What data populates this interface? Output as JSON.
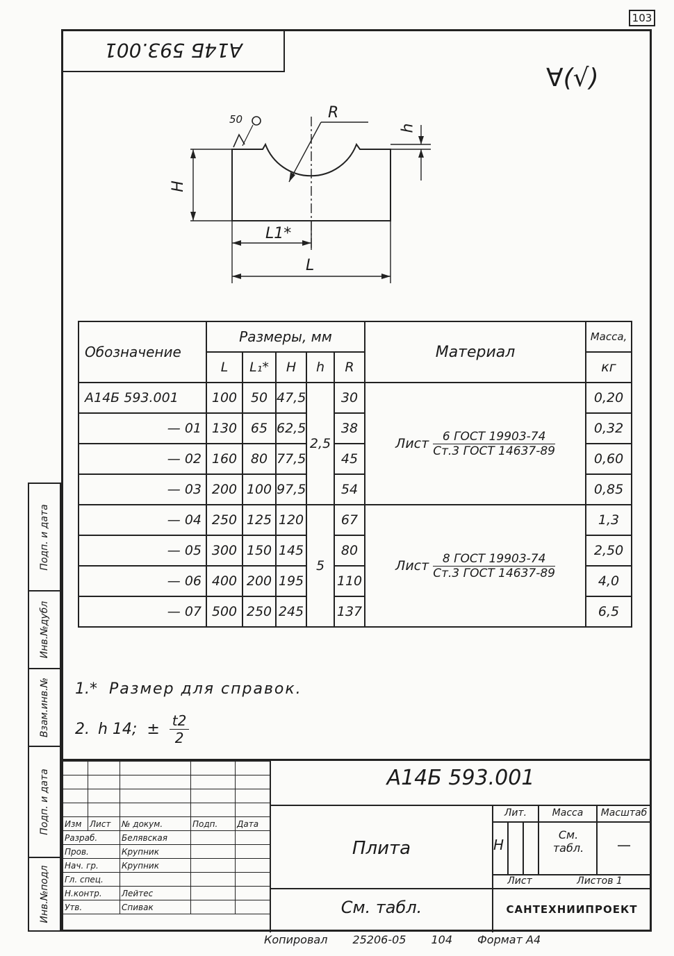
{
  "page_number": "103",
  "stamp_top": "А14Б 593.001",
  "roughness_mark": "∀(√)",
  "drawing": {
    "roughness_label": "50",
    "labels": {
      "R": "R",
      "h": "h",
      "H": "H",
      "L1": "L1*",
      "L": "L"
    }
  },
  "table": {
    "headers": {
      "designation": "Обозначение",
      "dimensions": "Размеры, мм",
      "L": "L",
      "L1": "L₁*",
      "H": "H",
      "h": "h",
      "R": "R",
      "material": "Материал",
      "mass": "Масса,",
      "mass_unit": "кг"
    },
    "rows": [
      {
        "designation": "А14Б 593.001",
        "L": "100",
        "L1": "50",
        "H": "47,5",
        "R": "30",
        "mass": "0,20"
      },
      {
        "designation": "— 01",
        "L": "130",
        "L1": "65",
        "H": "62,5",
        "R": "38",
        "mass": "0,32"
      },
      {
        "designation": "— 02",
        "L": "160",
        "L1": "80",
        "H": "77,5",
        "R": "45",
        "mass": "0,60"
      },
      {
        "designation": "— 03",
        "L": "200",
        "L1": "100",
        "H": "97,5",
        "R": "54",
        "mass": "0,85"
      },
      {
        "designation": "— 04",
        "L": "250",
        "L1": "125",
        "H": "120",
        "R": "67",
        "mass": "1,3"
      },
      {
        "designation": "— 05",
        "L": "300",
        "L1": "150",
        "H": "145",
        "R": "80",
        "mass": "2,50"
      },
      {
        "designation": "— 06",
        "L": "400",
        "L1": "200",
        "H": "195",
        "R": "110",
        "mass": "4,0"
      },
      {
        "designation": "— 07",
        "L": "500",
        "L1": "250",
        "H": "245",
        "R": "137",
        "mass": "6,5"
      }
    ],
    "h_group1": "2,5",
    "h_group2": "5",
    "material1": {
      "prefix": "Лист",
      "top": "6 ГОСТ 19903-74",
      "bottom": "Ст.3 ГОСТ 14637-89"
    },
    "material2": {
      "prefix": "Лист",
      "top": "8 ГОСТ 19903-74",
      "bottom": "Ст.3 ГОСТ 14637-89"
    }
  },
  "notes": {
    "n1_num": "1.*",
    "n1_text": "Размер для справок.",
    "n2_num": "2.",
    "n2_text": "h 14;  ±",
    "n2_num_top": "t2",
    "n2_num_bot": "2"
  },
  "side_labels": [
    "Подп. и дата",
    "Инв.№дубл",
    "Взам.инв.№",
    "Подп. и дата",
    "Инв.№подл"
  ],
  "title_block": {
    "code": "А14Б 593.001",
    "name": "Плита",
    "material": "См. табл.",
    "org": "САНТЕХНИИПРОЕКТ",
    "lit_label": "Лит.",
    "mass_label": "Масса",
    "scale_label": "Масштаб",
    "lit_value": "Н",
    "mass_value": "См. табл.",
    "scale_value": "—",
    "sheet_label": "Лист",
    "sheets_label": "Листов 1",
    "head_row": [
      "Изм",
      "Лист",
      "№ докум.",
      "Подп.",
      "Дата"
    ],
    "people": [
      {
        "role": "Разраб.",
        "name": "Белявская"
      },
      {
        "role": "Пров.",
        "name": "Крупник"
      },
      {
        "role": "Нач. гр.",
        "name": "Крупник"
      },
      {
        "role": "Гл. спец.",
        "name": ""
      },
      {
        "role": "Н.контр.",
        "name": "Лейтес"
      },
      {
        "role": "Утв.",
        "name": "Спивак"
      }
    ]
  },
  "footer": {
    "copied": "Копировал",
    "number": "25206-05",
    "num2": "104",
    "format": "Формат А4"
  }
}
